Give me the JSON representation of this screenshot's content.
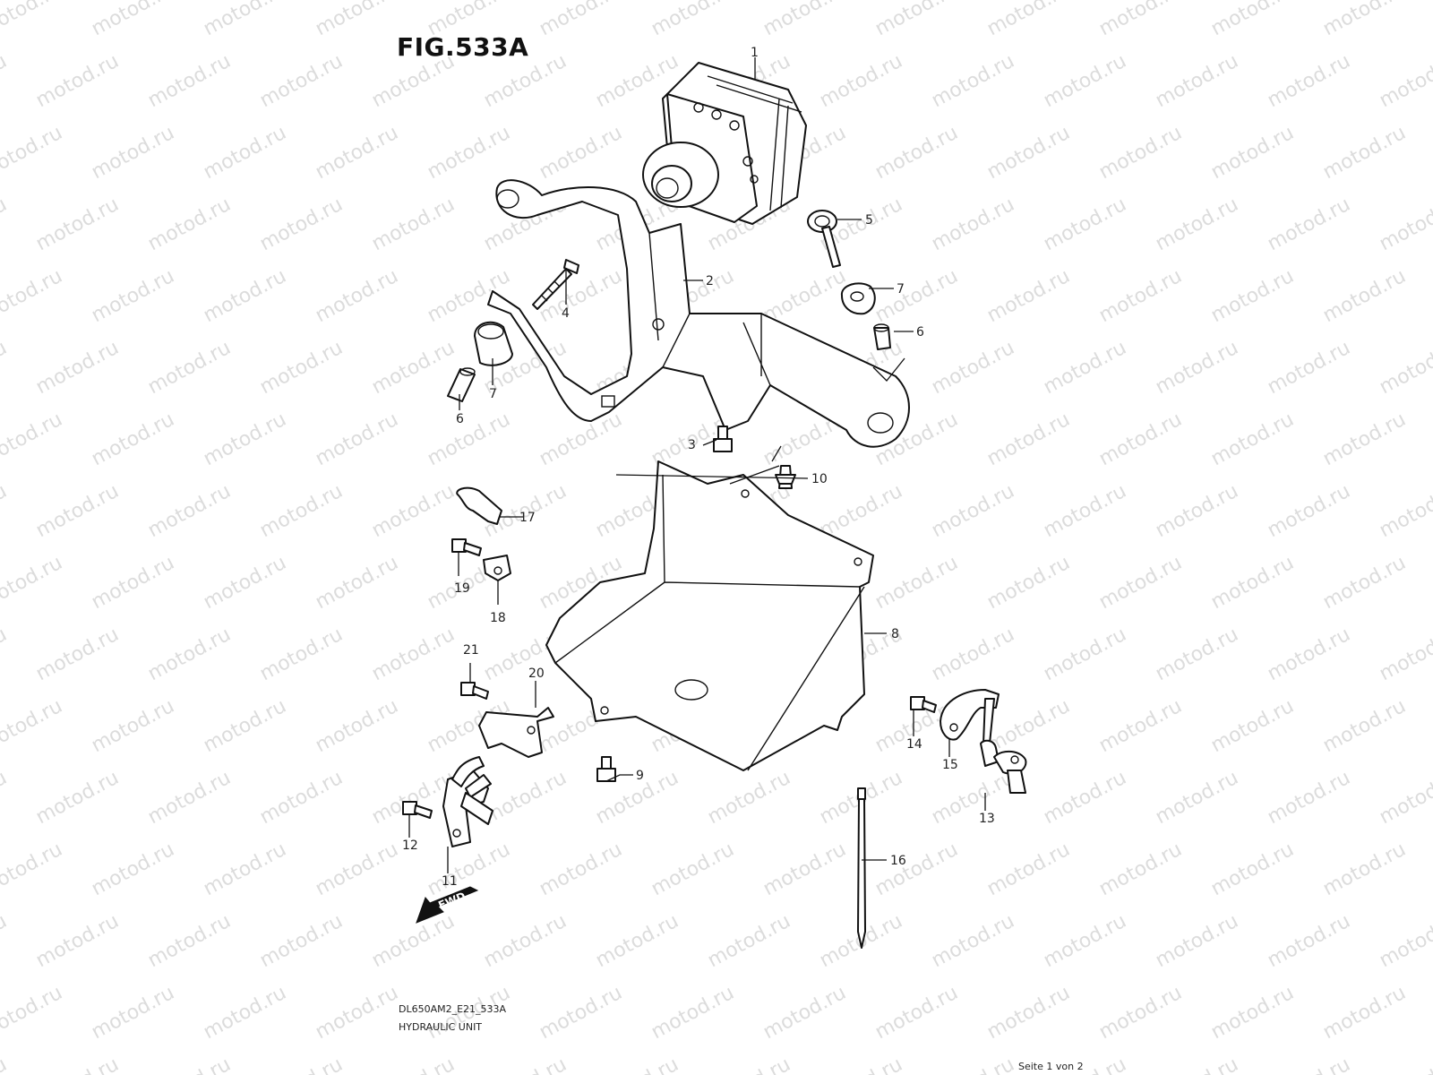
{
  "figure_title": "FIG.533A",
  "watermark_text": "motod.ru",
  "callouts": [
    "1",
    "2",
    "3",
    "4",
    "5",
    "6",
    "6",
    "7",
    "7",
    "8",
    "9",
    "10",
    "11",
    "12",
    "13",
    "14",
    "15",
    "16",
    "17",
    "18",
    "19",
    "20",
    "21"
  ],
  "fwd_label": "FWD",
  "footer": {
    "code": "DL650AM2_E21_533A",
    "name": "HYDRAULIC UNIT",
    "page": "Seite 1 von 2"
  }
}
